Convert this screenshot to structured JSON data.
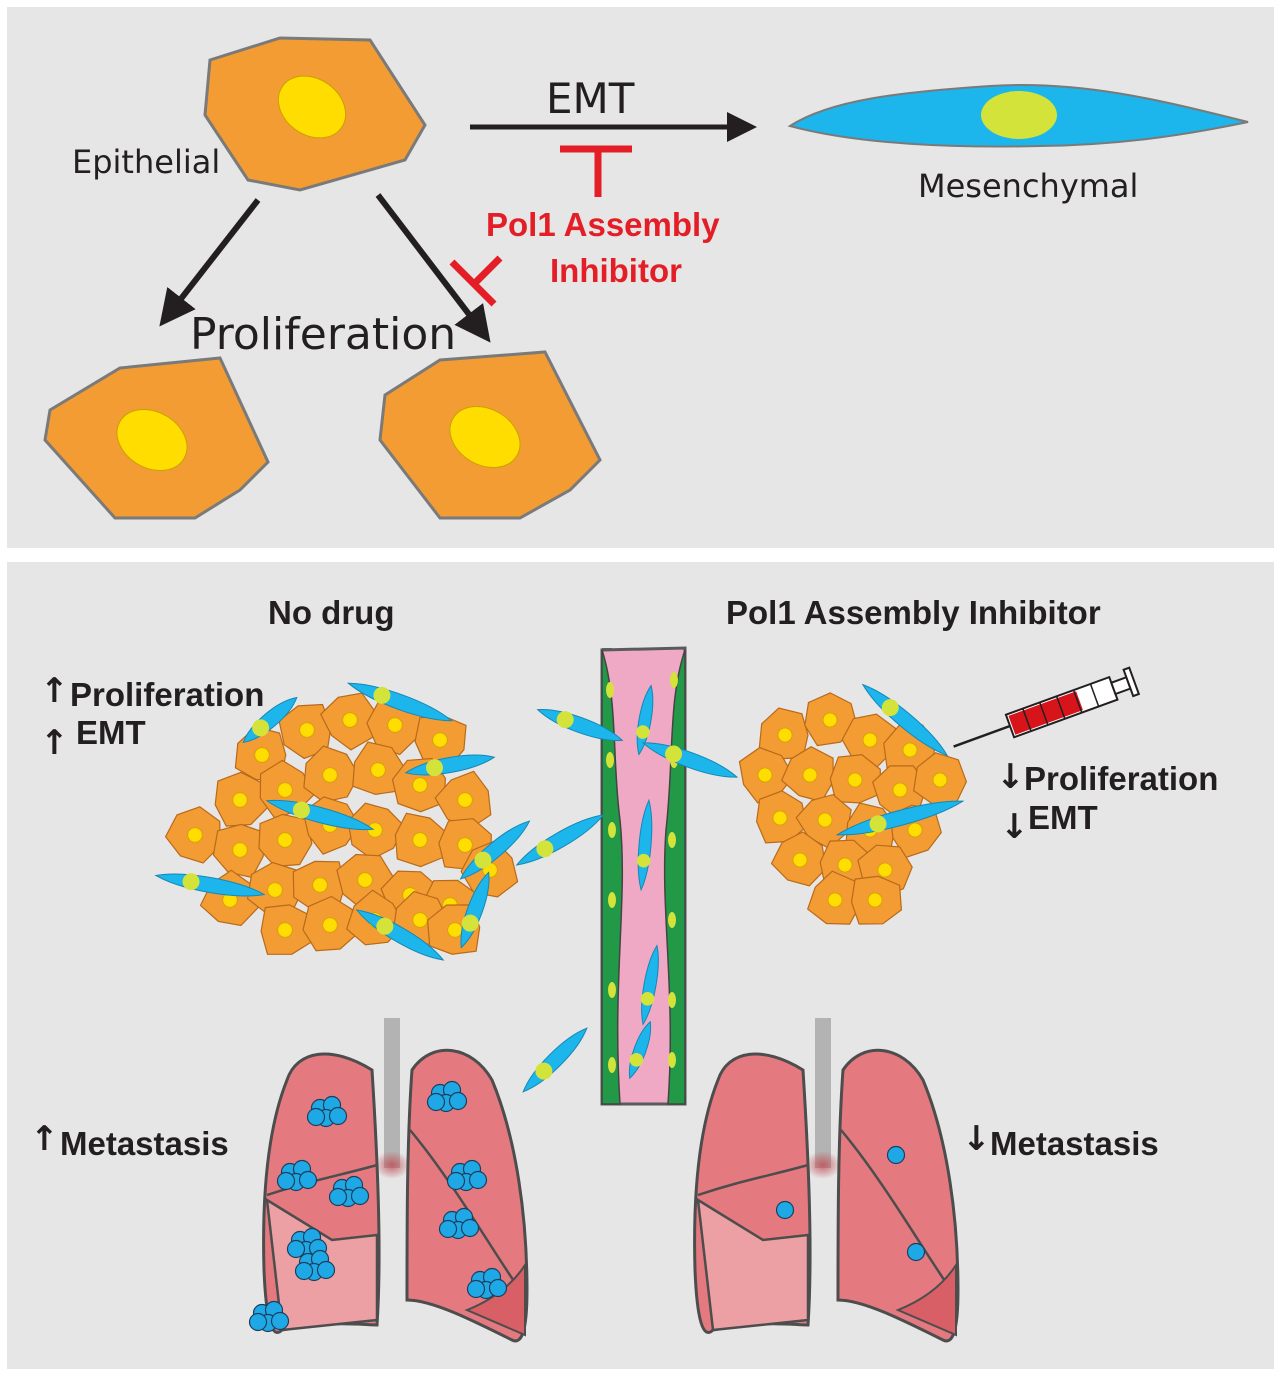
{
  "top_panel": {
    "epithelial_label": "Epithelial",
    "emt_label": "EMT",
    "mesenchymal_label": "Mesenchymal",
    "proliferation_label": "Proliferation",
    "inhibitor_line1": "Pol1 Assembly",
    "inhibitor_line2": "Inhibitor"
  },
  "bottom_panel": {
    "left_title": "No drug",
    "right_title": "Pol1 Assembly Inhibitor",
    "left_effects": [
      {
        "direction": "up",
        "label": "Proliferation"
      },
      {
        "direction": "up",
        "label": "EMT"
      }
    ],
    "right_effects": [
      {
        "direction": "down",
        "label": "Proliferation"
      },
      {
        "direction": "down",
        "label": "EMT"
      }
    ],
    "left_metastasis": {
      "direction": "up",
      "label": "Metastasis"
    },
    "right_metastasis": {
      "direction": "down",
      "label": "Metastasis"
    }
  },
  "colors": {
    "panel_bg": "#e6e6e6",
    "epithelial_cell": "#f39c33",
    "nucleus": "#ffdd00",
    "mesenchymal_cell": "#1cb5ec",
    "mesenchymal_nucleus": "#d4e33a",
    "inhibitor_red": "#e31e26",
    "vessel_pink": "#f0a9c5",
    "vessel_green": "#229947",
    "lung": "#e47a80",
    "lung_light": "#eda0a3",
    "metastasis_dot": "#1fa8e6"
  }
}
